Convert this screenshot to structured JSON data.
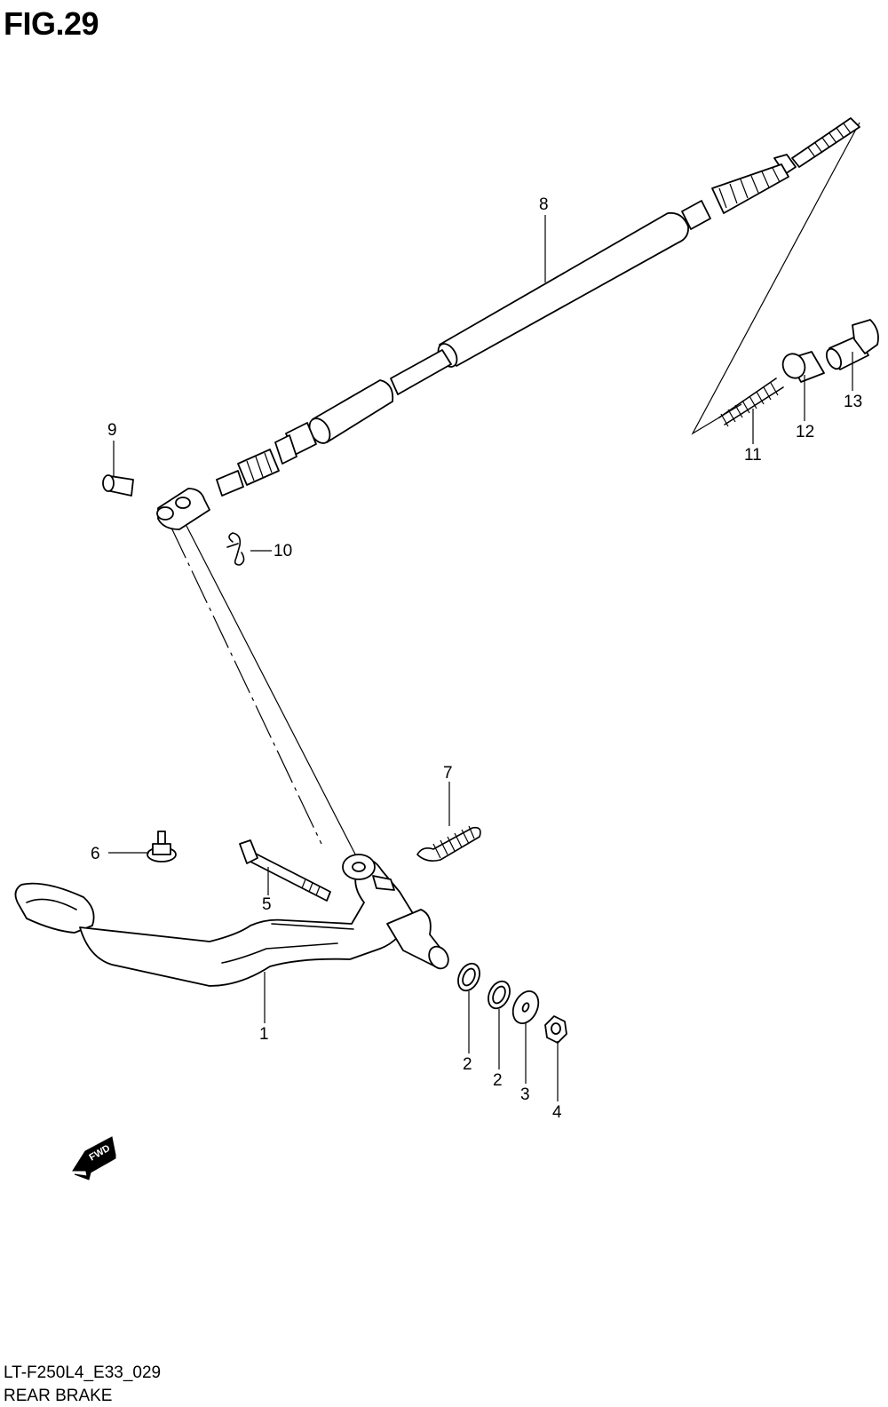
{
  "figure": {
    "title": "FIG.29",
    "code": "LT-F250L4_E33_029",
    "name": "REAR BRAKE"
  },
  "fwd_label": "FWD",
  "callouts": [
    {
      "id": "c1",
      "label": "1"
    },
    {
      "id": "c2a",
      "label": "2"
    },
    {
      "id": "c2b",
      "label": "2"
    },
    {
      "id": "c3",
      "label": "3"
    },
    {
      "id": "c4",
      "label": "4"
    },
    {
      "id": "c5",
      "label": "5"
    },
    {
      "id": "c6",
      "label": "6"
    },
    {
      "id": "c7",
      "label": "7"
    },
    {
      "id": "c8",
      "label": "8"
    },
    {
      "id": "c9",
      "label": "9"
    },
    {
      "id": "c10",
      "label": "10"
    },
    {
      "id": "c11",
      "label": "11"
    },
    {
      "id": "c12",
      "label": "12"
    },
    {
      "id": "c13",
      "label": "13"
    }
  ]
}
